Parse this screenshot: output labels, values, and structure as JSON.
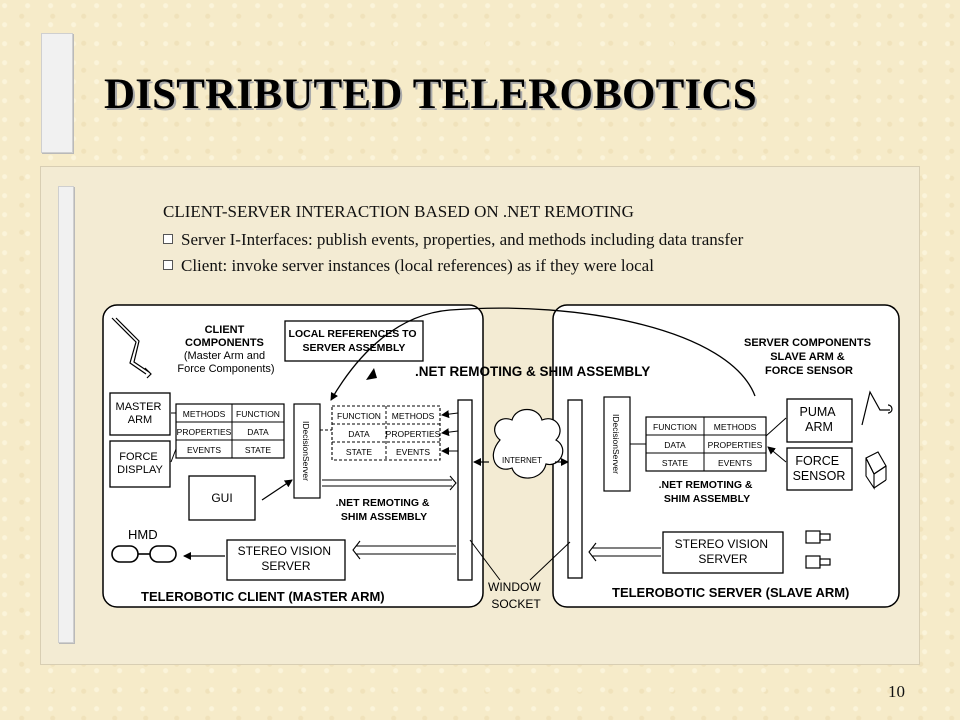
{
  "slide": {
    "title": "DISTRIBUTED TELEROBOTICS",
    "heading": "CLIENT-SERVER INTERACTION BASED ON .NET REMOTING",
    "bullets": [
      "Server I-Interfaces: publish events, properties, and methods including data transfer",
      "Client: invoke server instances (local references) as if they were local"
    ],
    "page_number": "10"
  },
  "diagram": {
    "client_components": [
      "CLIENT",
      "COMPONENTS",
      "(Master Arm and",
      "Force Components)"
    ],
    "local_refs": [
      "LOCAL REFERENCES TO",
      "SERVER ASSEMBLY"
    ],
    "net_remoting_shim": ".NET REMOTING & SHIM ASSEMBLY",
    "server_components": [
      "SERVER COMPONENTS",
      "SLAVE ARM &",
      "FORCE SENSOR"
    ],
    "master_arm": [
      "MASTER",
      "ARM"
    ],
    "force_display": [
      "FORCE",
      "DISPLAY"
    ],
    "gui": "GUI",
    "hmd": "HMD",
    "client_table": [
      [
        "METHODS",
        "FUNCTION"
      ],
      [
        "PROPERTIES",
        "DATA"
      ],
      [
        "EVENTS",
        "STATE"
      ]
    ],
    "client_ref_table": [
      [
        "FUNCTION",
        "METHODS"
      ],
      [
        "DATA",
        "PROPERTIES"
      ],
      [
        "STATE",
        "EVENTS"
      ]
    ],
    "server_table": [
      [
        "FUNCTION",
        "METHODS"
      ],
      [
        "DATA",
        "PROPERTIES"
      ],
      [
        "STATE",
        "EVENTS"
      ]
    ],
    "idecision_server": "IDecisionServer",
    "client_shim": [
      ".NET REMOTING &",
      "SHIM ASSEMBLY"
    ],
    "server_shim": [
      ".NET REMOTING &",
      "SHIM ASSEMBLY"
    ],
    "internet": "INTERNET",
    "window_socket": [
      "WINDOW",
      "SOCKET"
    ],
    "stereo_client": [
      "STEREO VISION",
      "SERVER"
    ],
    "stereo_server": [
      "STEREO VISION",
      "SERVER"
    ],
    "puma_arm": [
      "PUMA",
      "ARM"
    ],
    "force_sensor": [
      "FORCE",
      "SENSOR"
    ],
    "client_label": "TELEROBOTIC CLIENT (MASTER ARM)",
    "server_label": "TELEROBOTIC SERVER (SLAVE ARM)"
  }
}
